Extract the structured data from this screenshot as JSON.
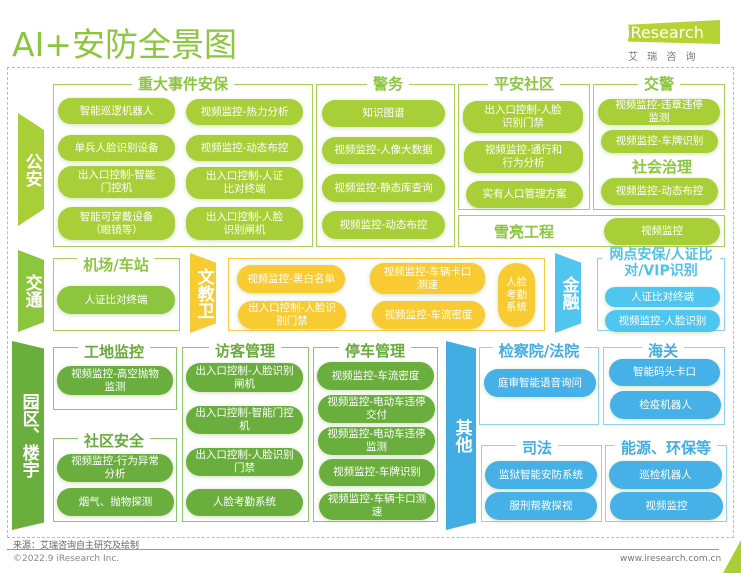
{
  "title": "AI+安防全景图",
  "logo": {
    "brand": "iResearch",
    "cn": "艾 瑞 咨 询"
  },
  "gongan": {
    "label": "公安",
    "zhongda": {
      "title": "重大事件安保",
      "items": [
        "智能巡逻机器人",
        "视频监控-热力分析",
        "单兵人脸识别设备",
        "视频监控-动态布控",
        "出入口控制-智能门控机",
        "出入口控制-人证比对终端",
        "智能可穿戴设备（眼镜等）",
        "出入口控制-人脸识别闸机"
      ]
    },
    "jingwu": {
      "title": "警务",
      "items": [
        "知识图谱",
        "视频监控-人像大数据",
        "视频监控-静态库查询",
        "视频监控-动态布控"
      ]
    },
    "pingan": {
      "title": "平安社区",
      "items": [
        "出入口控制-人脸识别门禁",
        "视频监控-通行和行为分析",
        "实有人口管理方案"
      ]
    },
    "jiaojing": {
      "title": "交警",
      "items": [
        "视频监控-违章违停监测",
        "视频监控-车牌识别"
      ]
    },
    "shehui": {
      "title": "社会治理",
      "items": [
        "视频监控-动态布控"
      ]
    },
    "xueliang": {
      "title": "雪亮工程",
      "items": [
        "视频监控"
      ]
    }
  },
  "jiaotong": {
    "label": "交通",
    "airport": {
      "title": "机场/车站",
      "items": [
        "人证比对终端"
      ]
    }
  },
  "wenjiaowei": {
    "label": "文教卫",
    "items": [
      "视频监控-黑白名单",
      "出入口控制-人脸识别门禁",
      "视频监控-车辆卡口测速",
      "视频监控-车流密度",
      "人脸考勤系统"
    ]
  },
  "jinrong": {
    "label": "金融",
    "wangdian": {
      "title": "网点安保/人证比对/VIP识别",
      "items": [
        "人证比对终端",
        "视频监控-人脸识别"
      ]
    }
  },
  "yuanqu": {
    "label": "园区、楼宇",
    "gongdi": {
      "title": "工地监控",
      "items": [
        "视频监控-高空抛物监测"
      ]
    },
    "shequ": {
      "title": "社区安全",
      "items": [
        "视频监控-行为异常分析",
        "烟气、抛物探测"
      ]
    },
    "fangke": {
      "title": "访客管理",
      "items": [
        "出入口控制-人脸识别闸机",
        "出入口控制-智能门控机",
        "出入口控制-人脸识别门禁",
        "人脸考勤系统"
      ]
    },
    "tingche": {
      "title": "停车管理",
      "items": [
        "视频监控-车流密度",
        "视频监控-电动车违停交付",
        "视频监控-电动车违停监测",
        "视频监控-车牌识别",
        "视频监控-车辆卡口测速"
      ]
    }
  },
  "qita": {
    "label": "其他",
    "jianchayuan": {
      "title": "检察院/法院",
      "items": [
        "庭审智能语音询问"
      ]
    },
    "haiguan": {
      "title": "海关",
      "items": [
        "智能码头卡口",
        "检疫机器人"
      ]
    },
    "sifa": {
      "title": "司法",
      "items": [
        "监狱智能安防系统",
        "服刑帮教探视"
      ]
    },
    "nengyuan": {
      "title": "能源、环保等",
      "items": [
        "巡检机器人",
        "视频监控"
      ]
    }
  },
  "footer": {
    "source": "来源：艾瑞咨询自主研究及绘制",
    "copyright": "©2022.9 iResearch Inc.",
    "url": "www.iresearch.com.cn"
  },
  "colors": {
    "lime": "#a8cf38",
    "green": "#6aae3e",
    "yellow": "#f9cb33",
    "blue": "#45b1e6",
    "cyan": "#4fc6f0"
  }
}
